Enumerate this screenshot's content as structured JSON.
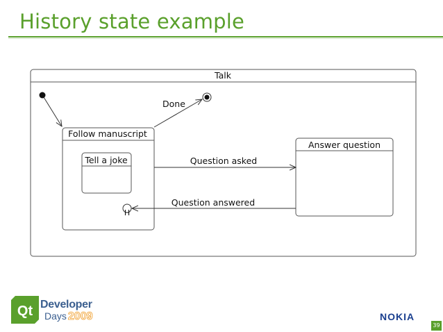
{
  "slide": {
    "title": "History state example",
    "page_number": "39"
  },
  "diagram": {
    "states": {
      "talk": "Talk",
      "follow_manuscript": "Follow manuscript",
      "tell_a_joke": "Tell a joke",
      "answer_question": "Answer question",
      "history": "H"
    },
    "transitions": {
      "done": "Done",
      "question_asked": "Question asked",
      "question_answered": "Question answered"
    }
  },
  "branding": {
    "qt_mark": "Qt",
    "event_name_top": "Developer",
    "event_name_bottom": "Days",
    "event_year": "2009",
    "company": "NOKIA"
  },
  "colors": {
    "title_green": "#5aa02c",
    "qt_blue": "#3b5f8f",
    "nokia_blue": "#1a3f8f"
  }
}
